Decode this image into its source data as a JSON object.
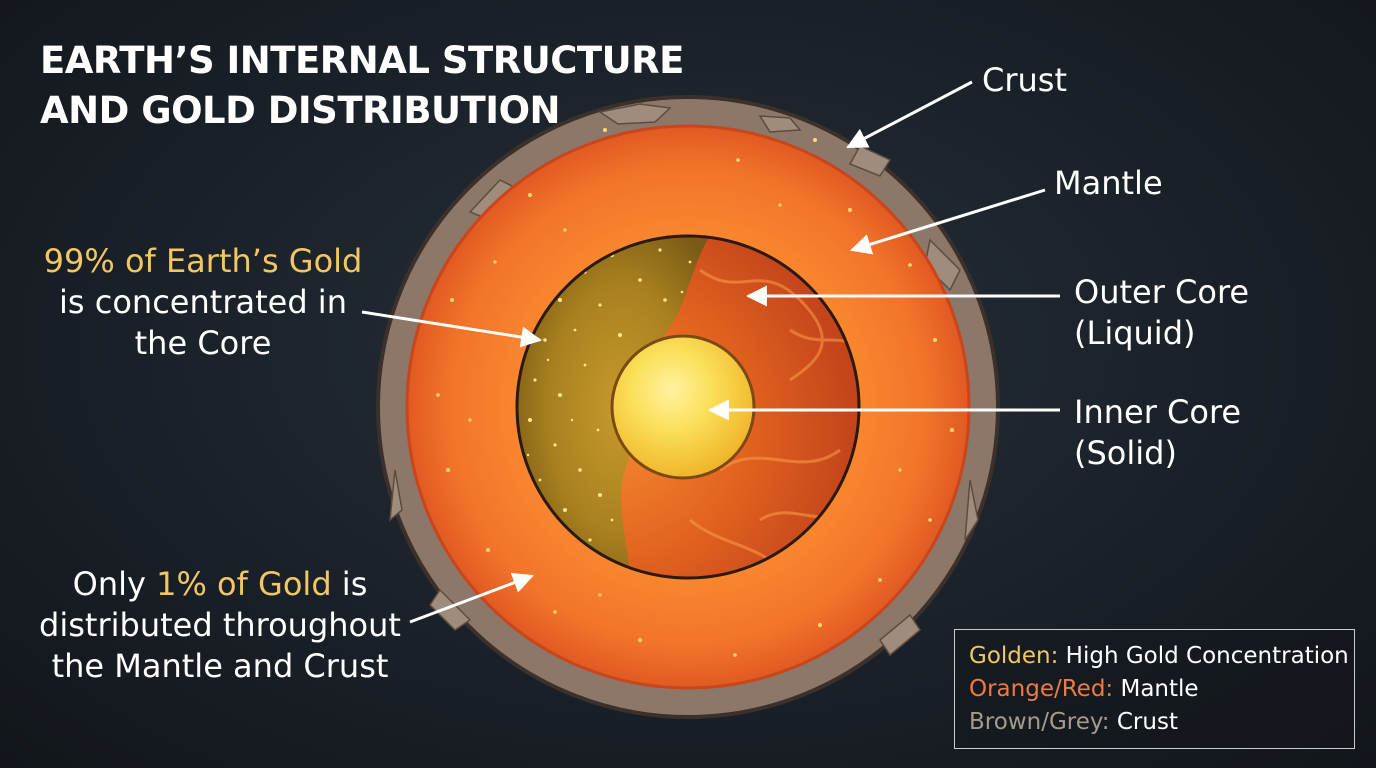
{
  "title": {
    "line1": "EARTH’S INTERNAL STRUCTURE",
    "line2": "AND GOLD DISTRIBUTION"
  },
  "labels": {
    "crust": "Crust",
    "mantle": "Mantle",
    "outer_core": {
      "line1": "Outer Core",
      "line2": "(Liquid)"
    },
    "inner_core": {
      "line1": "Inner Core",
      "line2": "(Solid)"
    }
  },
  "annotations": {
    "core_gold": {
      "highlight": "99% of Earth’s Gold",
      "line2": "is concentrated in",
      "line3": "the Core"
    },
    "mantle_gold": {
      "prefix": "Only ",
      "highlight": "1% of Gold",
      "suffix": " is",
      "line2": "distributed throughout",
      "line3": "the Mantle and Crust"
    }
  },
  "legend": {
    "items": [
      {
        "key": "Golden:",
        "value": " High Gold Concentration",
        "color": "#f2c762"
      },
      {
        "key": "Orange/Red:",
        "value": " Mantle",
        "color": "#ef7a44"
      },
      {
        "key": "Brown/Grey:",
        "value": " Crust",
        "color": "#a69a8a"
      }
    ]
  },
  "colors": {
    "background": "#1c232b",
    "crust": "#8a7566",
    "mantle": "#f07a2a",
    "outer_core_gold": "#c89a2a",
    "outer_core_liquid": "#d8501c",
    "inner_core": "#f9d84a",
    "arrow": "#ffffff"
  }
}
